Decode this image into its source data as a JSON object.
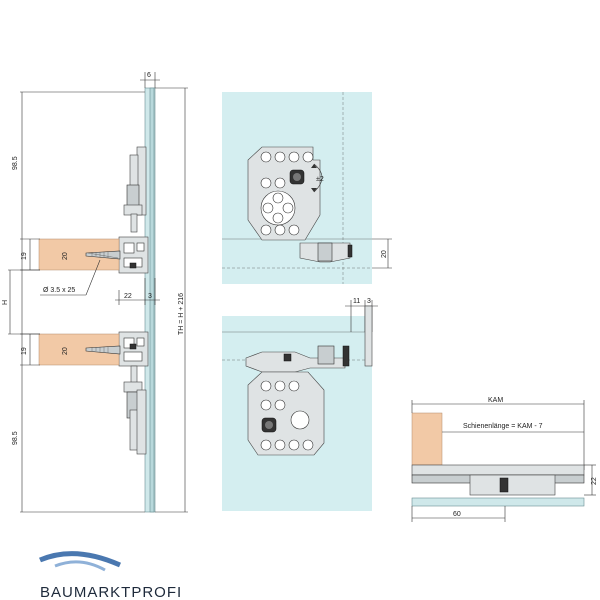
{
  "colors": {
    "glass": "#cfe8ea",
    "wood": "#f2c9a6",
    "brand_swoosh": "#4a78b0",
    "brand_text": "#1e2a3b"
  },
  "dimensions": {
    "glass_thickness": "6",
    "top_offset": "98.5",
    "rail_height_top": "19",
    "wood_top": "20",
    "height_h": "H",
    "screw": "Ø 3.5 x 25",
    "gap_22": "22",
    "gap_3": "3",
    "total_height": "TH = H + 216",
    "rail_height_bottom": "19",
    "wood_bottom": "20",
    "bottom_offset": "98.5",
    "adjust": "±2",
    "front_top_20": "20",
    "front_11": "11",
    "front_3": "3",
    "kam": "KAM",
    "rail_length": "Schienenlänge = KAM - 7",
    "side_22": "22",
    "side_60": "60"
  },
  "brand": {
    "name": "BAUMARKTPROFI"
  }
}
